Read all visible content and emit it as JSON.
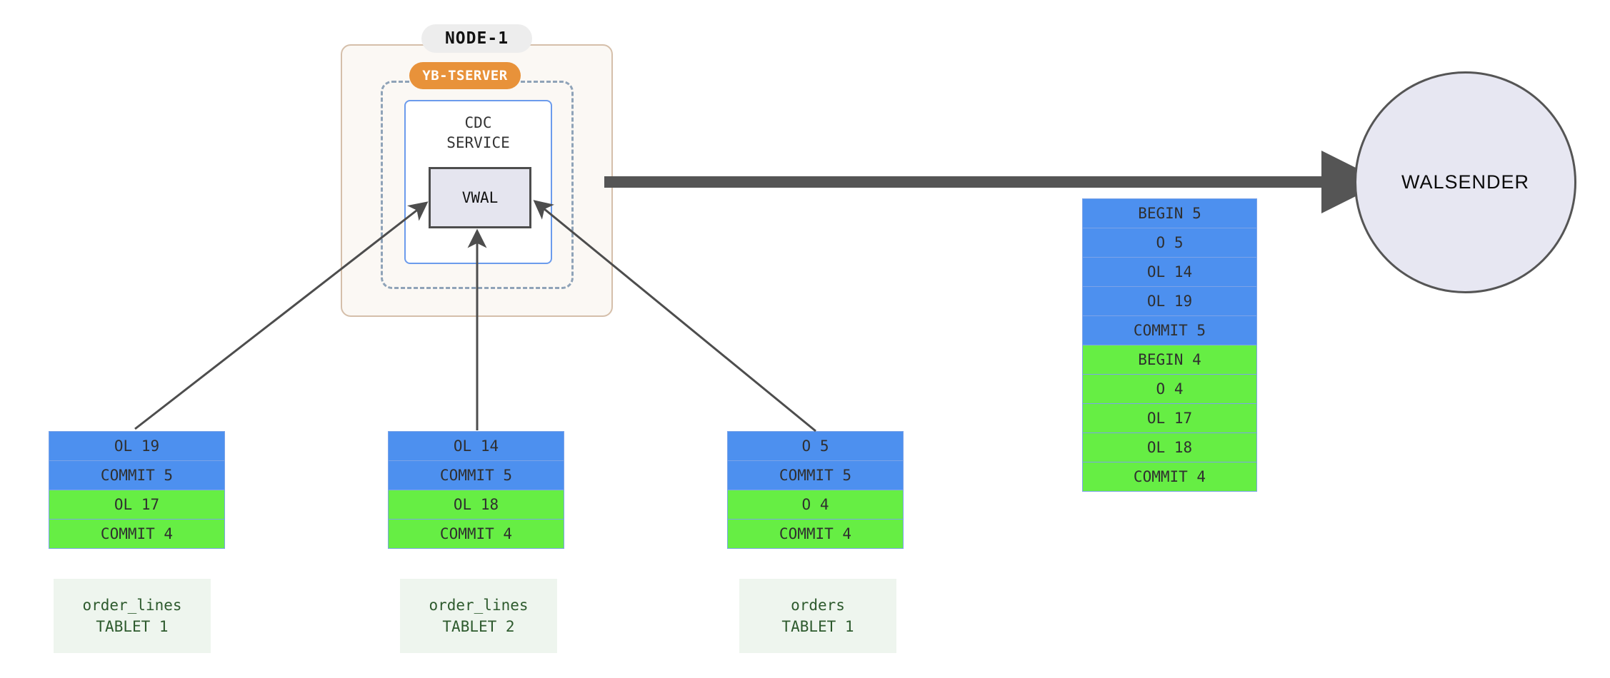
{
  "diagram": {
    "title": "YugabyteDB CDC VWAL to WALSENDER flow",
    "colors": {
      "txn5_blue": "#4d90ef",
      "txn4_green": "#66ee44",
      "tserver_orange": "#e8923a",
      "node_border": "#d5bfaa",
      "cdc_border": "#6b9bec",
      "vwal_fill": "#e5e5ef",
      "walsender_fill": "#e7e7f2",
      "arrow": "#4d4d4d",
      "tablet_label_bg": "#eef5ee",
      "tablet_label_text": "#2d5a2d"
    }
  },
  "node": {
    "label": "NODE-1",
    "tserver_label": "YB-TSERVER",
    "cdc_service_label": "CDC\nSERVICE",
    "vwal_label": "VWAL"
  },
  "walsender": {
    "label": "WALSENDER"
  },
  "tablets": [
    {
      "id": "order-lines-tablet-1",
      "caption": "order_lines\nTABLET 1",
      "records": [
        {
          "text": "OL 19",
          "txn": "blue"
        },
        {
          "text": "COMMIT 5",
          "txn": "blue"
        },
        {
          "text": "OL 17",
          "txn": "green"
        },
        {
          "text": "COMMIT 4",
          "txn": "green"
        }
      ]
    },
    {
      "id": "order-lines-tablet-2",
      "caption": "order_lines\nTABLET 2",
      "records": [
        {
          "text": "OL 14",
          "txn": "blue"
        },
        {
          "text": "COMMIT 5",
          "txn": "blue"
        },
        {
          "text": "OL 18",
          "txn": "green"
        },
        {
          "text": "COMMIT 4",
          "txn": "green"
        }
      ]
    },
    {
      "id": "orders-tablet-1",
      "caption": "orders\nTABLET 1",
      "records": [
        {
          "text": "O 5",
          "txn": "blue"
        },
        {
          "text": "COMMIT 5",
          "txn": "blue"
        },
        {
          "text": "O 4",
          "txn": "green"
        },
        {
          "text": "COMMIT 4",
          "txn": "green"
        }
      ]
    }
  ],
  "vwal_stream": {
    "id": "vwal-output-stream",
    "records": [
      {
        "text": "BEGIN 5",
        "txn": "blue"
      },
      {
        "text": "O 5",
        "txn": "blue"
      },
      {
        "text": "OL 14",
        "txn": "blue"
      },
      {
        "text": "OL 19",
        "txn": "blue"
      },
      {
        "text": "COMMIT 5",
        "txn": "blue"
      },
      {
        "text": "BEGIN 4",
        "txn": "green"
      },
      {
        "text": "O 4",
        "txn": "green"
      },
      {
        "text": "OL 17",
        "txn": "green"
      },
      {
        "text": "OL 18",
        "txn": "green"
      },
      {
        "text": "COMMIT 4",
        "txn": "green"
      }
    ]
  },
  "edges": [
    {
      "name": "tablet-1-to-vwal",
      "from": "order-lines-tablet-1",
      "to": "vwal"
    },
    {
      "name": "tablet-2-to-vwal",
      "from": "order-lines-tablet-2",
      "to": "vwal"
    },
    {
      "name": "tablet-3-to-vwal",
      "from": "orders-tablet-1",
      "to": "vwal"
    },
    {
      "name": "vwal-to-walsender",
      "from": "vwal",
      "to": "walsender"
    }
  ]
}
